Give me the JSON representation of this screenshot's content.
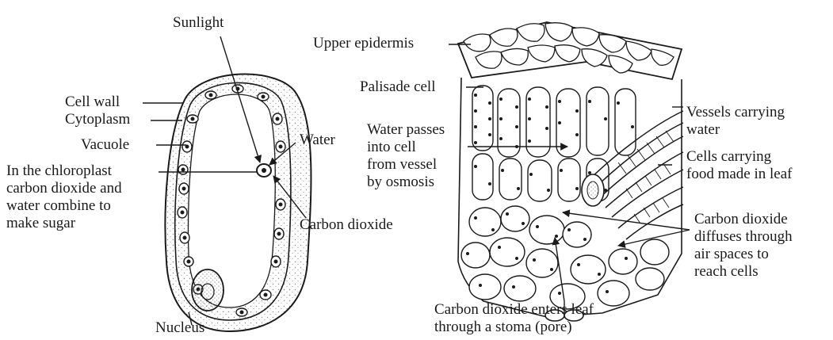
{
  "colors": {
    "ink": "#1a1a1a",
    "stipple": "#9a9a9a",
    "paper": "#ffffff"
  },
  "left_cell": {
    "labels": {
      "sunlight": "Sunlight",
      "cell_wall": "Cell wall",
      "cytoplasm": "Cytoplasm",
      "vacuole": "Vacuole",
      "water": "Water",
      "chloroplast": [
        "In the chloroplast",
        "carbon dioxide and",
        "water combine to",
        "make sugar"
      ],
      "carbon_dioxide": "Carbon dioxide",
      "nucleus": "Nucleus"
    }
  },
  "leaf_section": {
    "labels": {
      "upper_epidermis": "Upper epidermis",
      "palisade_cell": "Palisade cell",
      "water_passes": [
        "Water passes",
        "into cell",
        "from vessel",
        "by osmosis"
      ],
      "vessels_water": [
        "Vessels carrying",
        "water"
      ],
      "cells_food": [
        "Cells carrying",
        "food made in leaf"
      ],
      "co2_diffuses": [
        "Carbon dioxide",
        "diffuses through",
        "air spaces to",
        "reach cells"
      ],
      "co2_enters": [
        "Carbon dioxide enters leaf",
        "through a stoma (pore)"
      ]
    }
  }
}
